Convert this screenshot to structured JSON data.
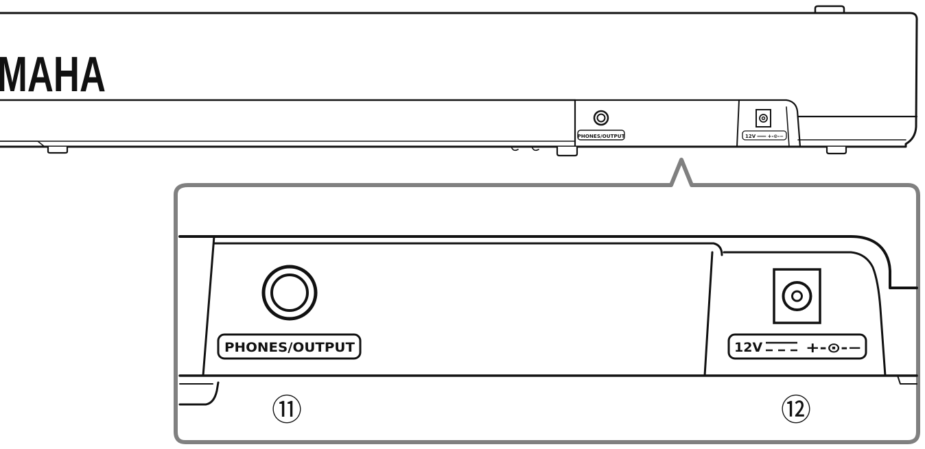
{
  "brand": "MAHA",
  "small_panel": {
    "jack_label": "PHONES/OUTPUT",
    "power_label": "12V ═══ +-⊙-−"
  },
  "detail_panel": {
    "jack_label": "PHONES/OUTPUT",
    "power_voltage": "12V",
    "power_polarity": "+-⊙-−"
  },
  "callouts": {
    "phones_output": "⑪",
    "dc_in": "⑫"
  },
  "colors": {
    "line": "#111111",
    "callout_frame": "#808080",
    "background": "#ffffff"
  }
}
